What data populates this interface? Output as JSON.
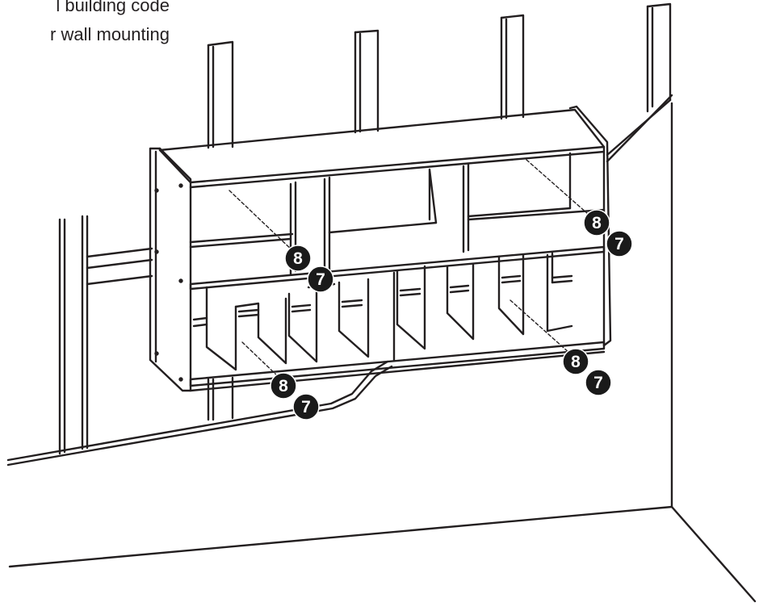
{
  "caption": {
    "line1": "l building code",
    "line2": "r wall mounting"
  },
  "callouts": {
    "screw_label": "8",
    "anchor_label": "7"
  },
  "colors": {
    "ink": "#231f20",
    "badge_fill": "#1a1a1a",
    "badge_text": "#ffffff",
    "background": "#ffffff"
  }
}
